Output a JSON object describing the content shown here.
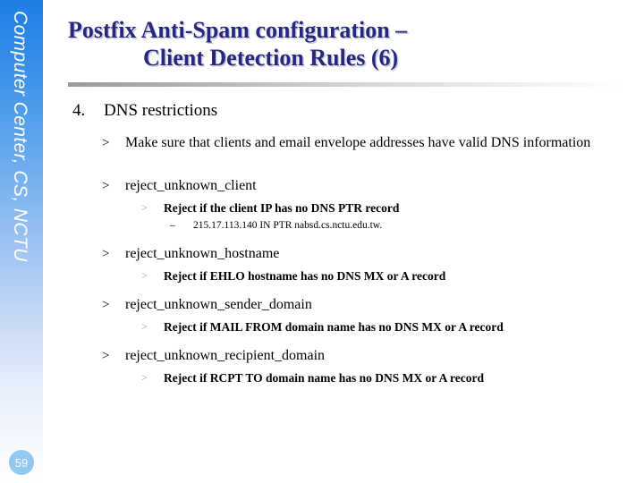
{
  "sidebar": {
    "vertical_label": "Computer Center, CS, NCTU",
    "page_number": "59",
    "gradient_top_color": "#1f7fe4",
    "gradient_bottom_color": "#ffffff",
    "page_badge_color": "#93c9f0"
  },
  "title": {
    "line1": "Postfix Anti-Spam configuration –",
    "line2": "Client Detection Rules (6)",
    "color": "#27277e"
  },
  "content": {
    "section": {
      "number": "4.",
      "heading": "DNS restrictions"
    },
    "intro": {
      "marker": ">",
      "text": "Make sure that clients and email envelope addresses have valid DNS information"
    },
    "rules": [
      {
        "marker": ">",
        "name": "reject_unknown_client",
        "detail_marker": ">",
        "detail": "Reject if the client IP has no DNS PTR record",
        "example_marker": "–",
        "example": "215.17.113.140  IN PTR nabsd.cs.nctu.edu.tw."
      },
      {
        "marker": ">",
        "name": "reject_unknown_hostname",
        "detail_marker": ">",
        "detail": "Reject if EHLO hostname has no DNS MX or A record"
      },
      {
        "marker": ">",
        "name": "reject_unknown_sender_domain",
        "detail_marker": ">",
        "detail": "Reject if MAIL FROM domain name has no DNS MX or A record"
      },
      {
        "marker": ">",
        "name": "reject_unknown_recipient_domain",
        "detail_marker": ">",
        "detail": "Reject if RCPT TO domain name has no DNS MX or A record"
      }
    ]
  }
}
